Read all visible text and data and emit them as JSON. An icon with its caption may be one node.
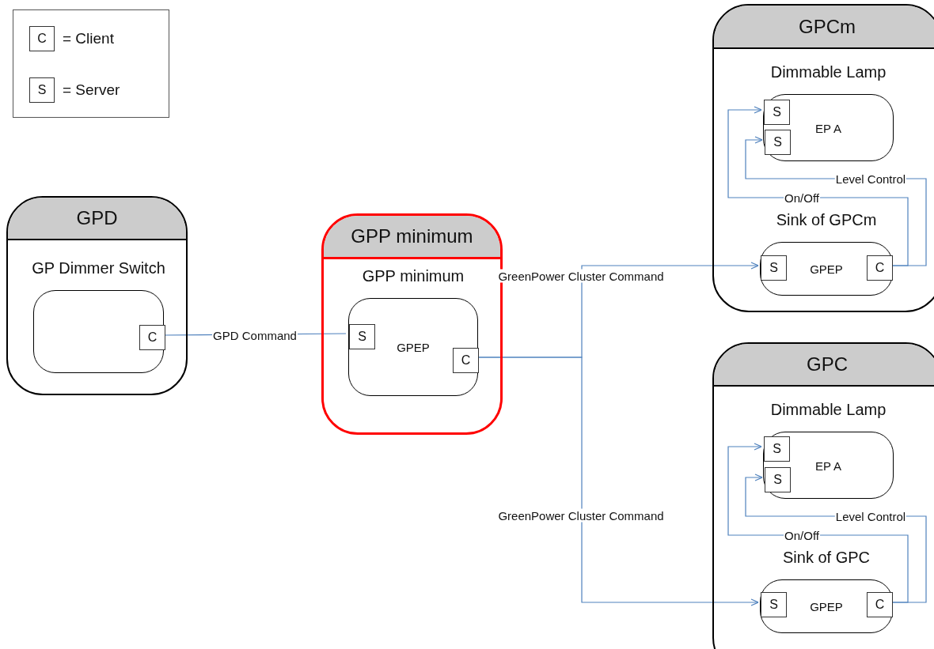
{
  "diagram": {
    "nodes": [
      {
        "text": [
          "GPD"
        ]
      },
      {
        "text": [
          "GP Dimmer Switch"
        ],
        "in": 0
      },
      {
        "text": [
          "C"
        ],
        "in": 1
      },
      {
        "text": [
          "GPP minimum"
        ]
      },
      {
        "text": [
          "GPP minimum",
          "GPEP"
        ],
        "in": 3
      },
      {
        "text": [
          "S"
        ],
        "in": 4
      },
      {
        "text": [
          "C"
        ],
        "in": 4
      },
      {
        "text": [
          "GPCm"
        ]
      },
      {
        "text": [
          "Dimmable Lamp",
          "EP A"
        ],
        "in": 7
      },
      {
        "text": [
          "S"
        ],
        "in": 8
      },
      {
        "text": [
          "S"
        ],
        "in": 8
      },
      {
        "text": [
          "Sink of GPCm",
          "GPEP"
        ],
        "in": 7
      },
      {
        "text": [
          "S"
        ],
        "in": 11
      },
      {
        "text": [
          "C"
        ],
        "in": 11
      },
      {
        "text": [
          "GPC"
        ]
      },
      {
        "text": [
          "Dimmable Lamp",
          "EP A"
        ],
        "in": 14
      },
      {
        "text": [
          "S"
        ],
        "in": 15
      },
      {
        "text": [
          "S"
        ],
        "in": 15
      },
      {
        "text": [
          "Sink of GPC",
          "GPEP"
        ],
        "in": 14
      },
      {
        "text": [
          "S"
        ],
        "in": 18
      },
      {
        "text": [
          "C"
        ],
        "in": 18
      }
    ],
    "edges": [
      {
        "from": 2,
        "to": 5,
        "arrow": "none",
        "label": "GPD Command"
      },
      {
        "from": 6,
        "to": 12,
        "arrow": "to",
        "label": "GreenPower Cluster Command"
      },
      {
        "from": 6,
        "to": 19,
        "arrow": "to",
        "label": "GreenPower Cluster Command"
      },
      {
        "from": 13,
        "to": 9,
        "arrow": "to",
        "label": "On/Off"
      },
      {
        "from": 13,
        "to": 10,
        "arrow": "to",
        "label": "Level Control"
      },
      {
        "from": 20,
        "to": 16,
        "arrow": "to",
        "label": "On/Off"
      },
      {
        "from": 20,
        "to": 17,
        "arrow": "to",
        "label": "Level Control"
      }
    ],
    "labels": [
      "C",
      "S"
    ],
    "legend": [
      {
        "text": "= Client"
      },
      {
        "text": "= Server"
      }
    ]
  }
}
